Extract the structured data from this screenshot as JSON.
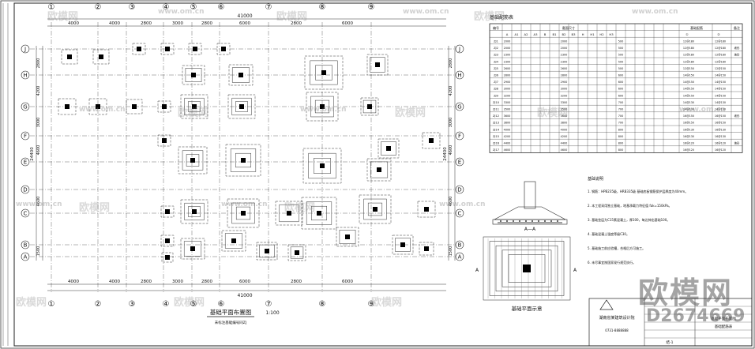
{
  "watermarks": {
    "brand": "欧模网",
    "url": "www.om.cn",
    "id": "D2674669"
  },
  "plan": {
    "title": "基础平面布置图",
    "scale": "1:100",
    "subtitle": "未标注基础编号同ZJ",
    "top_dims": [
      "4000",
      "4000",
      "2800",
      "3000",
      "2800",
      "6000",
      "2800",
      "6000"
    ],
    "top_total": "41000",
    "bottom_dims": [
      "4000",
      "4000",
      "2800",
      "3000",
      "2800",
      "6000",
      "2800",
      "6000"
    ],
    "bottom_total": "41000",
    "axes_top": [
      "①",
      "②",
      "③",
      "④",
      "⑤",
      "⑥",
      "⑦",
      "⑧",
      "⑨"
    ],
    "axes_bottom": [
      "①",
      "②",
      "③",
      "④",
      "⑤",
      "⑥",
      "⑦",
      "⑧",
      "⑨"
    ],
    "axes_left": [
      "J",
      "H",
      "G",
      "F",
      "E",
      "D",
      "C",
      "B",
      "A"
    ],
    "left_dims": [
      "2800",
      "4200",
      "3000",
      "4600",
      "4600",
      "1500"
    ],
    "left_total": "24400"
  },
  "table": {
    "title": "基础配筋表",
    "headers": [
      "编号",
      "截面尺寸",
      "",
      "",
      "",
      "",
      "",
      "",
      "",
      "基础配筋",
      "",
      "",
      "备注"
    ],
    "subheaders": [
      "A",
      "A1",
      "A2",
      "A3",
      "B",
      "B1",
      "B2",
      "B3",
      "H",
      "H1",
      "H2",
      "H3",
      "①",
      "②"
    ],
    "rows": [
      {
        "id": "ZJ1",
        "a": "2000",
        "h": "500",
        "r1": "12@180",
        "r2": "12@180",
        "note": ""
      },
      {
        "id": "ZJ2",
        "a": "2000",
        "h": "500",
        "r1": "12@180",
        "r2": "12@180",
        "note": "坡形"
      },
      {
        "id": "ZJ3",
        "a": "2300",
        "h": "500",
        "r1": "12@180",
        "r2": "12@180",
        "note": "坡形"
      },
      {
        "id": "ZJ4",
        "a": "2300",
        "h": "500",
        "r1": "12@180",
        "r2": "12@180",
        "note": ""
      },
      {
        "id": "ZJ5",
        "a": "2600",
        "h": "500",
        "r1": "12@150",
        "r2": "12@150",
        "note": ""
      },
      {
        "id": "ZJ6",
        "a": "2800",
        "h": "600",
        "r1": "14@150",
        "r2": "14@150",
        "note": ""
      },
      {
        "id": "ZJ7",
        "a": "2900",
        "h": "600",
        "r1": "14@150",
        "r2": "14@150",
        "note": ""
      },
      {
        "id": "ZJ8",
        "a": "3000",
        "h": "600",
        "r1": "14@150",
        "r2": "14@150",
        "note": ""
      },
      {
        "id": "ZJ9",
        "a": "3200",
        "h": "600",
        "r1": "14@150",
        "r2": "14@150",
        "note": ""
      },
      {
        "id": "ZJ10",
        "a": "3300",
        "h": "700",
        "r1": "14@130",
        "r2": "14@130",
        "note": ""
      },
      {
        "id": "ZJ11",
        "a": "3500",
        "h": "700",
        "r1": "14@130",
        "r2": "14@130",
        "note": ""
      },
      {
        "id": "ZJ12",
        "a": "3600",
        "h": "700",
        "r1": "16@150",
        "r2": "16@150",
        "note": "坡形"
      },
      {
        "id": "ZJ13",
        "a": "3800",
        "h": "700",
        "r1": "16@150",
        "r2": "16@150",
        "note": ""
      },
      {
        "id": "ZJ14",
        "a": "4000",
        "h": "800",
        "r1": "16@130",
        "r2": "16@130",
        "note": ""
      },
      {
        "id": "ZJ15",
        "a": "4200",
        "h": "800",
        "r1": "16@130",
        "r2": "16@130",
        "note": ""
      },
      {
        "id": "ZJ16",
        "a": "4400",
        "h": "800",
        "r1": "16@120",
        "r2": "16@120",
        "note": "坡形"
      },
      {
        "id": "ZJ17",
        "a": "4600",
        "h": "800",
        "r1": "16@120",
        "r2": "16@120",
        "note": ""
      }
    ]
  },
  "detail": {
    "section_label": "A—A",
    "plan_label": "基础平面示意",
    "marker_a": "A"
  },
  "notes": {
    "heading": "基础说明",
    "lines": [
      "1. 钢筋：HPB235级，HRB335级 基础底板钢筋保护层厚度为40mm。",
      "2. 本工程采用独立基础，地基承载力特征值 fak=150kPa。",
      "3. 基础垫层为C15素混凝土，厚100，每边伸出基础100。",
      "4. 基础混凝土强度等级C30。",
      "5. 基础施工前应验槽，合格后方可施工。",
      "6. 未尽事宜按国家现行规范执行。"
    ]
  },
  "titleblock": {
    "company": "湖南省某建筑设计院",
    "drawing_name": "基础平面布置图",
    "drawing_sub": "基础配筋表",
    "phone": "0731-8888888",
    "sheet_no": "结-1"
  }
}
